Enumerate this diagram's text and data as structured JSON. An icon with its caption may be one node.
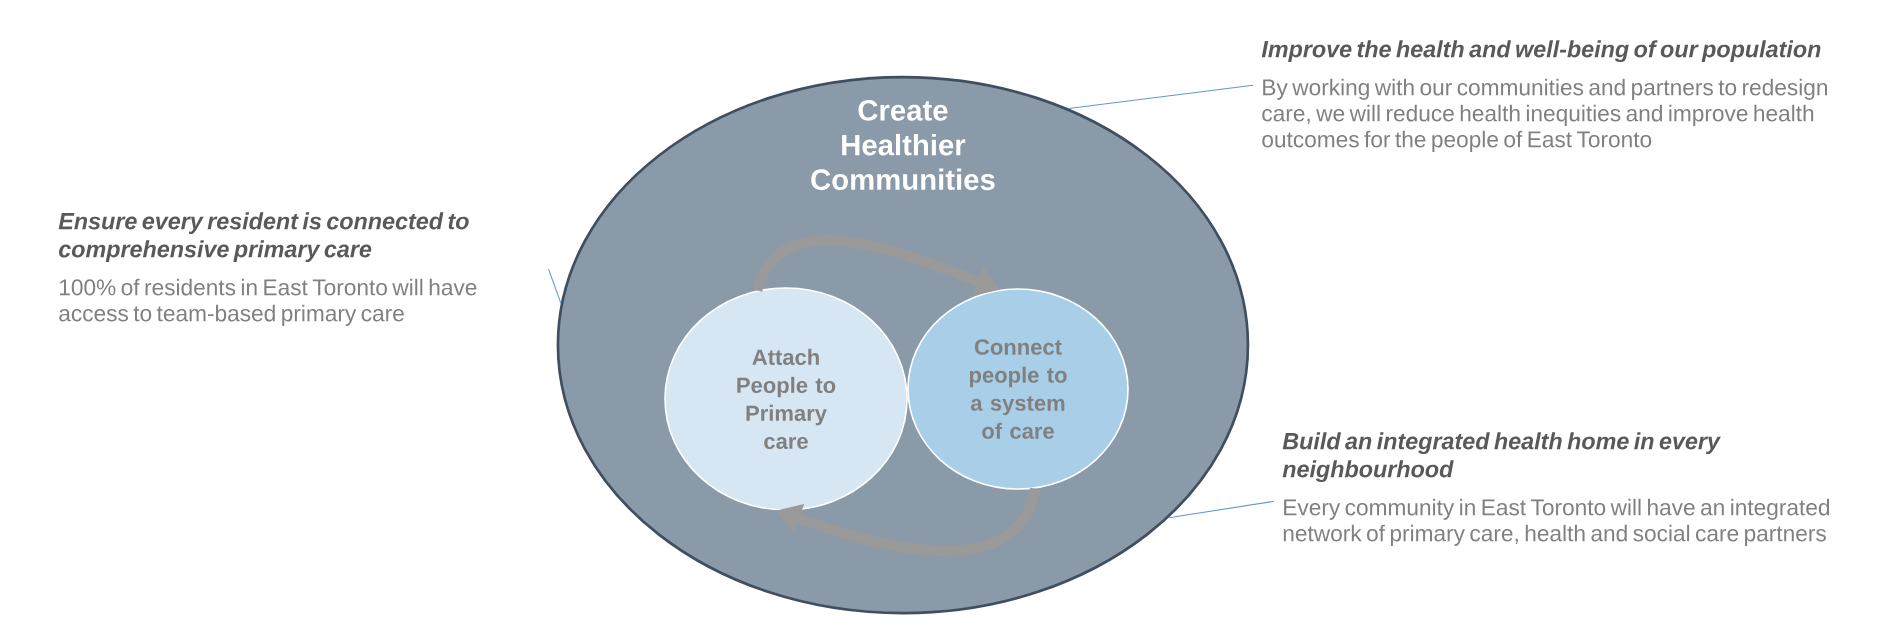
{
  "diagram": {
    "nodes": [
      {
        "text": [
          "Create Healthier Communities"
        ]
      },
      {
        "text": [
          "Attach People to Primary care"
        ],
        "in": 0
      },
      {
        "text": [
          "Connect people to a system of care"
        ],
        "in": 0
      },
      {
        "text": [
          "Ensure every resident is connected to comprehensive primary care",
          "100% of residents in East Toronto will have access to team-based primary care"
        ]
      },
      {
        "text": [
          "Improve the health and well-being of our population",
          "By working with our communities and partners to redesign care, we will reduce health inequities and improve health outcomes for the people of East Toronto"
        ]
      },
      {
        "text": [
          "Build an integrated health home in every neighbourhood",
          "Every community in East Toronto will have an integrated network of primary care, health and social care partners"
        ]
      }
    ],
    "edges": [
      {
        "from": 1,
        "to": 2,
        "arrow": "to",
        "style": "thick",
        "color": "#9a9a9a"
      },
      {
        "from": 2,
        "to": 1,
        "arrow": "to",
        "style": "thick",
        "color": "#9a9a9a"
      },
      {
        "from": 3,
        "to": 0,
        "arrow": "none"
      },
      {
        "from": 4,
        "to": 0,
        "arrow": "none"
      },
      {
        "from": 5,
        "to": 0,
        "arrow": "none"
      }
    ]
  }
}
